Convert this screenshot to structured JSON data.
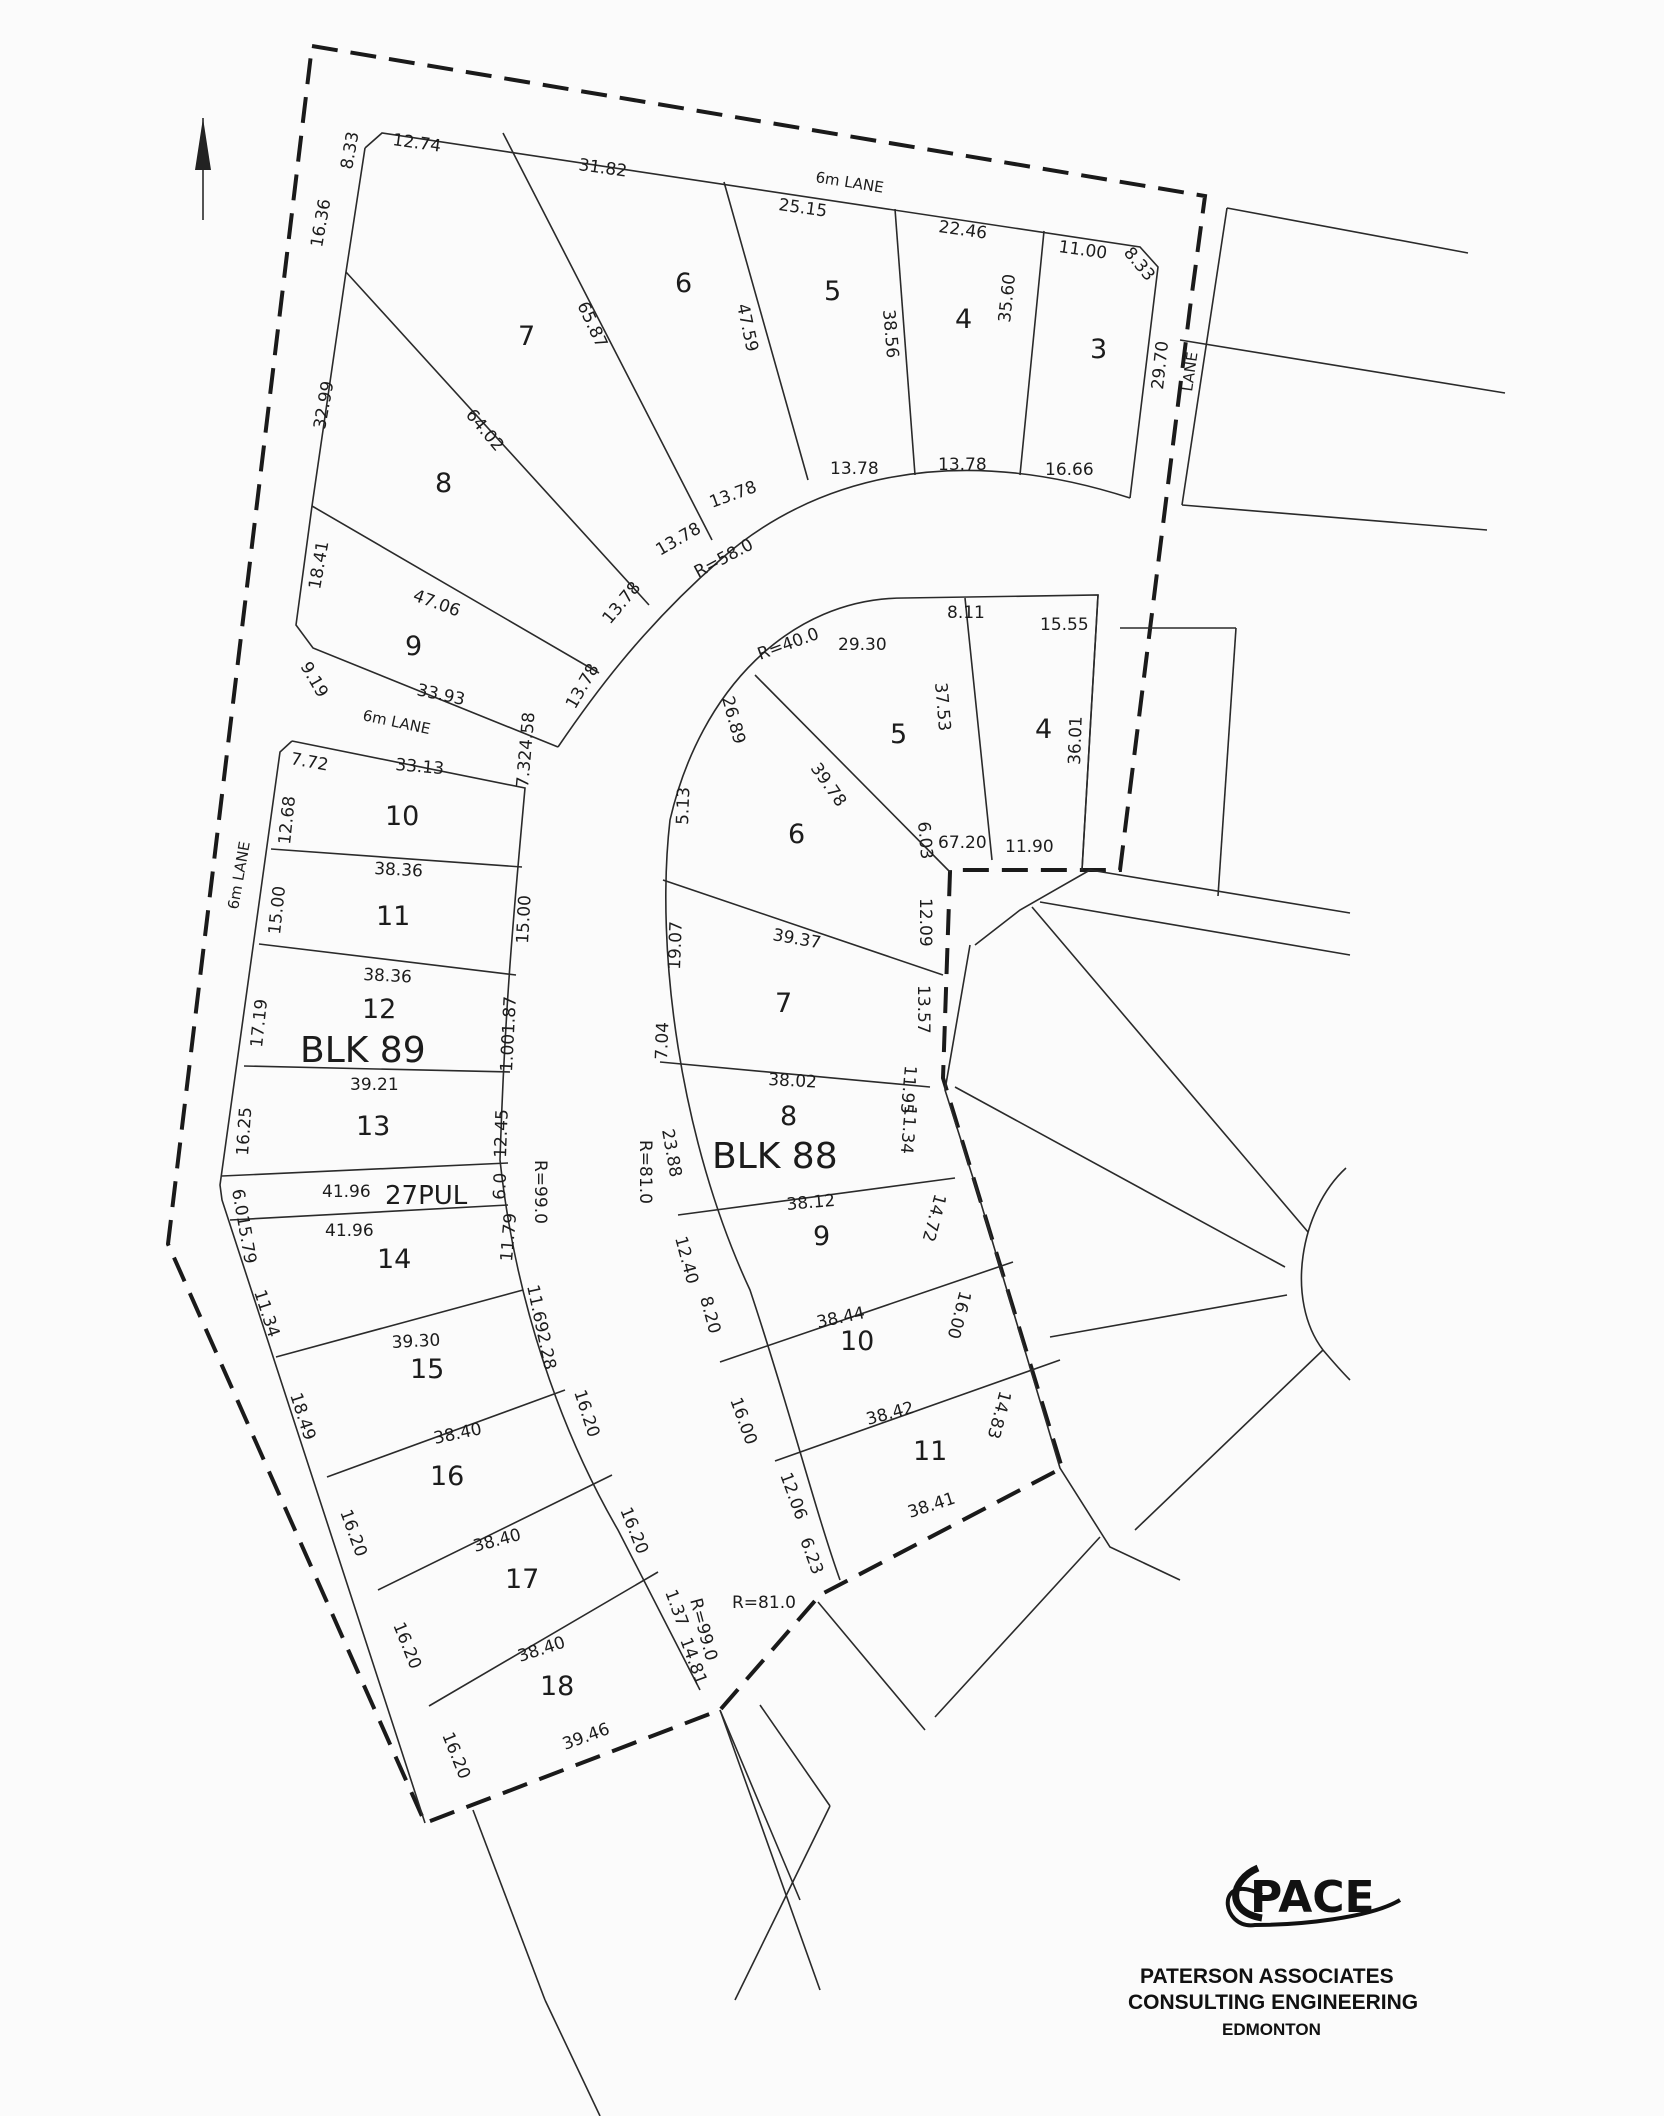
{
  "plan": {
    "blocks": {
      "north": "BLK 89",
      "south": "BLK 88"
    },
    "lanes": {
      "north_lane": "6m LANE",
      "mid_lane": "6m LANE",
      "west_lane": "6m LANE",
      "east_lane": "LANE"
    },
    "pul_label": "27PUL",
    "radii": {
      "r58": "R=58.0",
      "r40": "R=40.0",
      "r81_west": "R=81.0",
      "r99_upper": "R=99.0",
      "r81_lower": "R=81.0",
      "r99_lower": "R=99.0"
    },
    "lot_numbers": {
      "n3": "3",
      "n4": "4",
      "n5": "5",
      "n6": "6",
      "n7": "7",
      "n8": "8",
      "n9": "9",
      "n10": "10",
      "n11": "11",
      "n12": "12",
      "n13": "13",
      "n14": "14",
      "n15": "15",
      "n16": "16",
      "n17": "17",
      "n18": "18",
      "s4": "4",
      "s5": "5",
      "s6": "6",
      "s7": "7",
      "s8": "8",
      "s9": "9",
      "s10": "10",
      "s11": "11"
    },
    "dimensions": {
      "d01": "8.33",
      "d02": "12.74",
      "d03": "31.82",
      "d04": "25.15",
      "d05": "22.46",
      "d06": "11.00",
      "d07": "8.33",
      "d08": "16.36",
      "d09": "65.87",
      "d10": "47.59",
      "d11": "38.56",
      "d12": "35.60",
      "d13": "29.70",
      "d14": "32.99",
      "d15": "64.02",
      "d16": "13.78",
      "d17": "13.78",
      "d18": "13.78",
      "d19": "16.66",
      "d20": "13.78",
      "d21": "18.41",
      "d22": "47.06",
      "d23": "13.78",
      "d24": "9.19",
      "d25": "33.93",
      "d26": "13.78",
      "d27": "8.11",
      "d28": "15.55",
      "d29": "29.30",
      "d30": "37.53",
      "d31": "36.01",
      "d32": "26.89",
      "d33": "39.78",
      "d34": "67.20",
      "d35": "11.90",
      "d36": "6.03",
      "d37": "7.72",
      "d38": "33.13",
      "d39": "12.68",
      "d40": "7.324.58",
      "d41": "38.36",
      "d42": "15.00",
      "d43": "15.00",
      "d44": "38.36",
      "d45": "17.19",
      "d46": "1.001.87",
      "d47": "39.21",
      "d48": "16.25",
      "d49": "12.45",
      "d50": "41.96",
      "d51": "6.0",
      "d52": "41.96",
      "d53": "6.015.79",
      "d54": "11.79",
      "d55": "11.34",
      "d56": "39.30",
      "d57": "11.692.28",
      "d58": "18.49",
      "d59": "38.40",
      "d60": "16.20",
      "d61": "16.20",
      "d62": "38.40",
      "d63": "16.20",
      "d64": "16.20",
      "d65": "38.40",
      "d66": "1.37",
      "d67": "14.81",
      "d68": "16.20",
      "d69": "39.46",
      "d70": "5.13",
      "d71": "12.09",
      "d72": "39.37",
      "d73": "19.07",
      "d74": "13.57",
      "d75": "7.04",
      "d76": "38.02",
      "d77": "11.95",
      "d78": "11.34",
      "d79": "23.88",
      "d80": "14.72",
      "d81": "38.12",
      "d82": "12.40",
      "d83": "16.00",
      "d84": "8.20",
      "d85": "38.44",
      "d86": "16.00",
      "d87": "14.83",
      "d88": "38.42",
      "d89": "12.06",
      "d90": "38.41",
      "d91": "6.23"
    }
  },
  "logo": {
    "word": "PACE",
    "firm_line1": "PATERSON ASSOCIATES",
    "firm_line2": "CONSULTING ENGINEERING",
    "city": "EDMONTON"
  }
}
